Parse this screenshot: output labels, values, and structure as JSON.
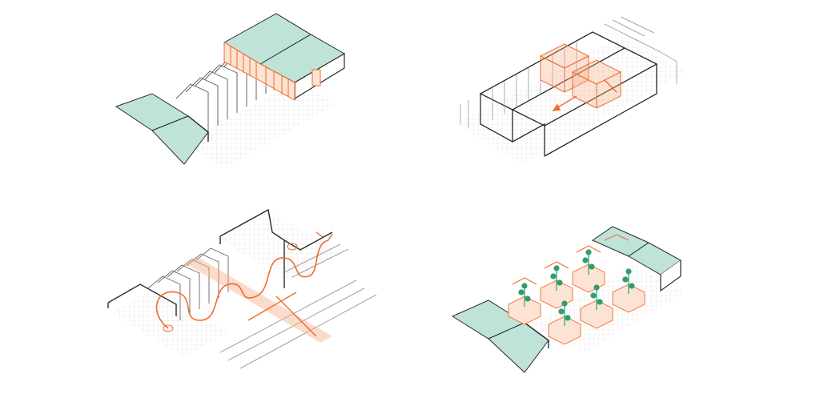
{
  "colors": {
    "background": "#ffffff",
    "line": "#2a2a2a",
    "thin_line": "#8a8a8a",
    "accent": "#f06a2a",
    "accent_fill": "#f7b08a",
    "roof": "#bfe3d6",
    "ground": "#e6e6e6",
    "plant": "#2f9e6e"
  },
  "panels": [
    {
      "name": "warehouse-roof-isometric",
      "icon": "roof-frame-icon"
    },
    {
      "name": "interior-module-isometric",
      "icon": "box-frame-icon"
    },
    {
      "name": "circulation-route-isometric",
      "icon": "route-arrow-icon"
    },
    {
      "name": "garden-planter-isometric",
      "icon": "plant-icon"
    }
  ]
}
